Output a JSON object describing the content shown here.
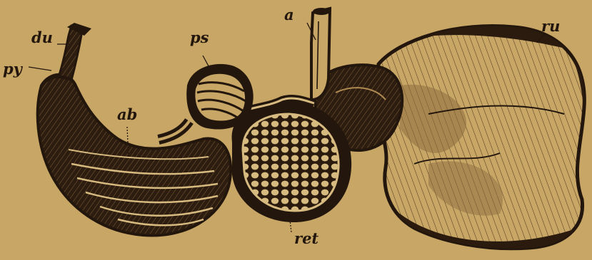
{
  "figure": {
    "background": "#c8a766",
    "ink": "#23160c",
    "labels": {
      "du": "du",
      "py": "py",
      "ps": "ps",
      "ab": "ab",
      "a": "a",
      "ru": "ru",
      "ret": "ret"
    }
  }
}
